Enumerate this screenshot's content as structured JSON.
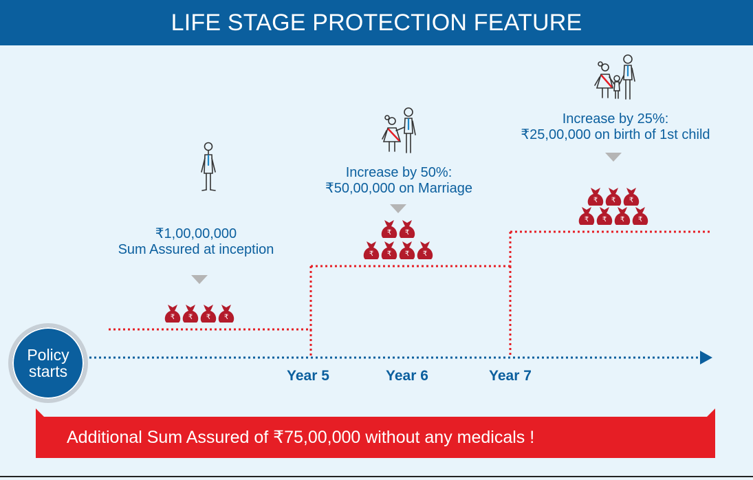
{
  "header": {
    "title": "LIFE STAGE PROTECTION FEATURE"
  },
  "start": {
    "line1": "Policy",
    "line2": "starts"
  },
  "stages": [
    {
      "line1": "₹1,00,00,000",
      "line2": "Sum Assured at inception"
    },
    {
      "line1": "Increase by 50%:",
      "line2": "₹50,00,000 on Marriage"
    },
    {
      "line1": "Increase by 25%:",
      "line2": "₹25,00,000 on birth of 1st child"
    }
  ],
  "years": [
    "Year 5",
    "Year 6",
    "Year 7"
  ],
  "rupee": "₹",
  "banner": {
    "text": "Additional Sum Assured of ₹75,00,000 without any medicals !"
  },
  "colors": {
    "blue": "#0b5f9e",
    "red": "#e61e25",
    "bag": "#b31b2b",
    "background": "#e8f4fb",
    "arrowhead": "#b5b5b5"
  },
  "icons": [
    "single-man-icon",
    "married-couple-icon",
    "family-with-child-icon",
    "money-bag-icon",
    "down-arrow-icon"
  ]
}
